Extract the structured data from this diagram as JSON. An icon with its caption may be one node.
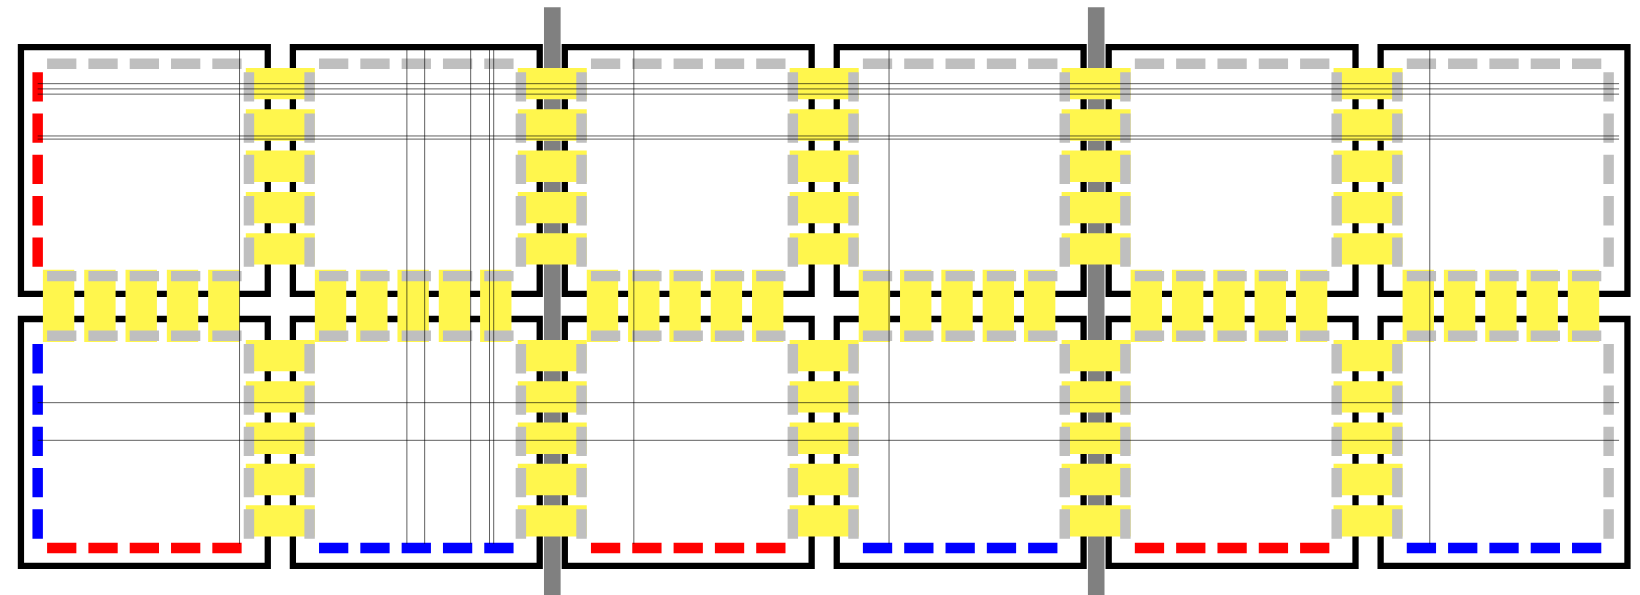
{
  "diagram": {
    "nodes": [
      {
        "text": [],
        "shape": "box"
      },
      {
        "text": [],
        "shape": "box"
      },
      {
        "text": [],
        "shape": "box"
      },
      {
        "text": [],
        "shape": "box"
      },
      {
        "text": [],
        "shape": "box"
      },
      {
        "text": [],
        "shape": "box"
      },
      {
        "text": [],
        "shape": "box"
      },
      {
        "text": [],
        "shape": "box"
      },
      {
        "text": [],
        "shape": "box"
      },
      {
        "text": [],
        "shape": "box"
      },
      {
        "text": [],
        "shape": "box"
      },
      {
        "text": [],
        "shape": "box"
      }
    ],
    "edges": [
      {
        "from": 0,
        "to": 1,
        "arrow": "none"
      },
      {
        "from": 1,
        "to": 2,
        "arrow": "none"
      },
      {
        "from": 2,
        "to": 3,
        "arrow": "none"
      },
      {
        "from": 3,
        "to": 4,
        "arrow": "none"
      },
      {
        "from": 4,
        "to": 5,
        "arrow": "none"
      },
      {
        "from": 6,
        "to": 7,
        "arrow": "none"
      },
      {
        "from": 7,
        "to": 8,
        "arrow": "none"
      },
      {
        "from": 8,
        "to": 9,
        "arrow": "none"
      },
      {
        "from": 9,
        "to": 10,
        "arrow": "none"
      },
      {
        "from": 10,
        "to": 11,
        "arrow": "none"
      },
      {
        "from": 0,
        "to": 6,
        "arrow": "none"
      },
      {
        "from": 1,
        "to": 7,
        "arrow": "none"
      },
      {
        "from": 2,
        "to": 8,
        "arrow": "none"
      },
      {
        "from": 3,
        "to": 9,
        "arrow": "none"
      },
      {
        "from": 4,
        "to": 10,
        "arrow": "none"
      },
      {
        "from": 5,
        "to": 11,
        "arrow": "none"
      }
    ]
  }
}
